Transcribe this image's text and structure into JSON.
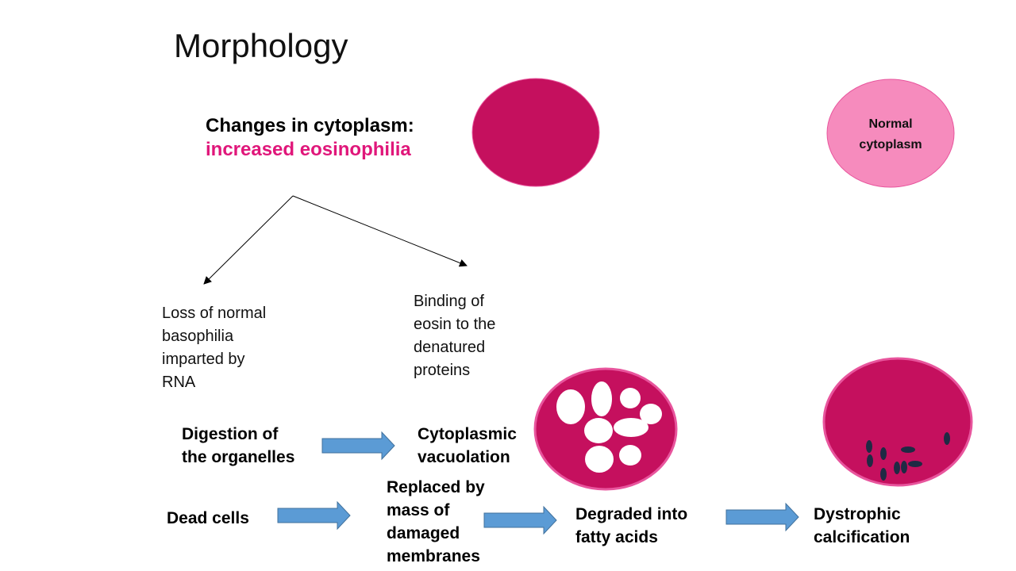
{
  "slide": {
    "title": "Morphology",
    "heading": {
      "line1": "Changes in cytoplasm:",
      "line2": "increased eosinophilia"
    },
    "normal_cell_label": [
      "Normal",
      "cytoplasm"
    ],
    "branches": {
      "left": [
        "Loss of normal",
        "basophilia",
        "imparted by",
        "RNA"
      ],
      "right": [
        "Binding of",
        "eosin to the",
        "denatured",
        "proteins"
      ]
    },
    "flow1": {
      "start": [
        "Digestion of",
        "the organelles"
      ],
      "end": [
        "Cytoplasmic",
        "vacuolation"
      ]
    },
    "flow2": {
      "step1": [
        "Dead cells"
      ],
      "step2": [
        "Replaced by",
        "mass of",
        "damaged",
        "membranes"
      ],
      "step3": [
        "Degraded into",
        "fatty acids"
      ],
      "step4": [
        "Dystrophic",
        "calcification"
      ]
    }
  },
  "colors": {
    "eosinophilic_cell": "#c5105e",
    "normal_cell_fill": "#f68bbd",
    "cell_outline": "#e8559d",
    "accent_text": "#e0167a",
    "arrow_fill": "#5b9bd5",
    "arrow_stroke": "#41719c",
    "calcium_deposit": "#1f2a44",
    "vacuole": "#ffffff"
  }
}
